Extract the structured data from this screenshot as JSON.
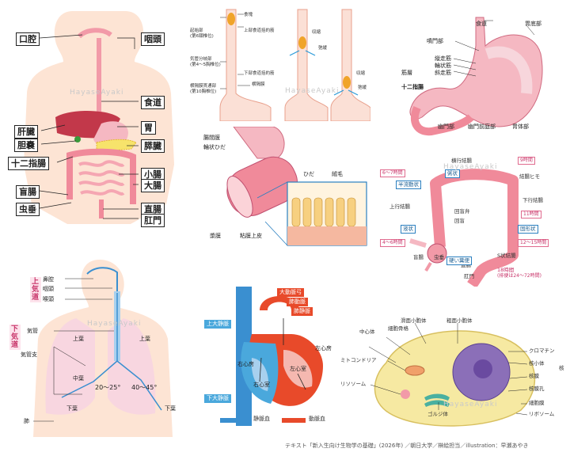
{
  "watermark": "HayaseAyaki",
  "credit": "テキスト「新入生向け生物学の基礎」(2026年) ／朝日大学／榊絵担当／illustration：早瀬あやき",
  "digestive": {
    "labels": [
      "口腔",
      "咽頭",
      "食道",
      "肝臓",
      "胃",
      "胆嚢",
      "膵臓",
      "十二指腸",
      "小腸",
      "盲腸",
      "大腸",
      "虫垂",
      "直腸",
      "肛門"
    ]
  },
  "esophagus": {
    "labels": [
      "起始部",
      "(第6頸椎位)",
      "食塊",
      "上部食道括約筋",
      "収縮",
      "弛緩",
      "気管分岐部",
      "(第4～5胸椎位)",
      "横隔膜貫通部",
      "(第10胸椎位)",
      "下部食道括約筋",
      "横隔膜",
      "収縮",
      "弛緩"
    ]
  },
  "stomach": {
    "labels": [
      "噴門部",
      "食道",
      "胃底部",
      "縦走筋",
      "輪状筋",
      "斜走筋",
      "筋層",
      "十二指腸",
      "幽門部",
      "幽門前庭部",
      "胃体部"
    ]
  },
  "intestine": {
    "labels": [
      "腸間膜",
      "輪状ひだ",
      "ひだ",
      "絨毛",
      "漿膜",
      "粘膜上皮"
    ]
  },
  "colon": {
    "labels": [
      "横行結腸",
      "結腸ヒモ",
      "上行結腸",
      "回盲弁",
      "回盲",
      "下行結腸",
      "盲腸",
      "虫垂",
      "S状結腸",
      "直腸",
      "肛門"
    ],
    "blue_tags": [
      "粥状",
      "半流動状",
      "液状",
      "固形状",
      "硬い糞便"
    ],
    "pink_tags": [
      "9時間",
      "6～7時間",
      "11時間",
      "4～6時間",
      "12～15時間",
      "18時間",
      "(排便は24～72時間)"
    ]
  },
  "respiratory": {
    "side_upper": "上気道",
    "side_lower": "下気道",
    "labels": [
      "鼻腔",
      "咽頭",
      "喉頭",
      "気管",
      "気管支",
      "上葉",
      "上葉",
      "中葉",
      "下葉",
      "下葉",
      "肺"
    ],
    "angles": [
      "20～25°",
      "40～45°"
    ]
  },
  "heart": {
    "red_tags": [
      "大動脈弓",
      "肺動脈",
      "肺静脈"
    ],
    "blue_tags": [
      "上大静脈",
      "下大静脈"
    ],
    "labels": [
      "左心房",
      "右心房",
      "左心室",
      "右心室"
    ],
    "legend": [
      "静脈血",
      "動脈血"
    ]
  },
  "cell": {
    "labels": [
      "滑面小胞体",
      "粗面小胞体",
      "中心体",
      "細胞骨格",
      "ミトコンドリア",
      "リソソーム",
      "ゴルジ体",
      "クロマチン",
      "核小体",
      "核膜",
      "核膜孔",
      "細胞膜",
      "リボソーム",
      "核"
    ]
  },
  "colors": {
    "body": "#fde4d4",
    "organ_pink": "#f29aa8",
    "liver": "#c2384a",
    "lung": "#f8d6e0",
    "artery": "#e84a2a",
    "vein": "#3a8fd0",
    "cell_yellow": "#f6e9a2",
    "nucleus": "#8b6fb8"
  }
}
